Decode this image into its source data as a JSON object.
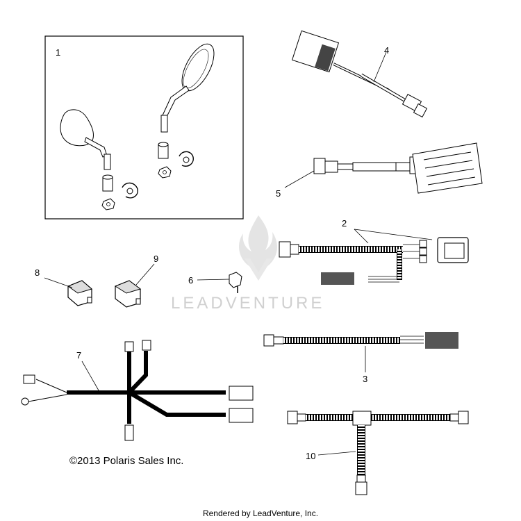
{
  "callouts": [
    "1",
    "2",
    "3",
    "4",
    "5",
    "6",
    "7",
    "8",
    "9",
    "10"
  ],
  "copyright": "©2013 Polaris Sales Inc.",
  "credit": "Rendered by LeadVenture, Inc.",
  "watermark": "LEADVENTURE",
  "colors": {
    "line": "#000000",
    "watermark": "#d0d0d0",
    "hatch": "#555555"
  }
}
